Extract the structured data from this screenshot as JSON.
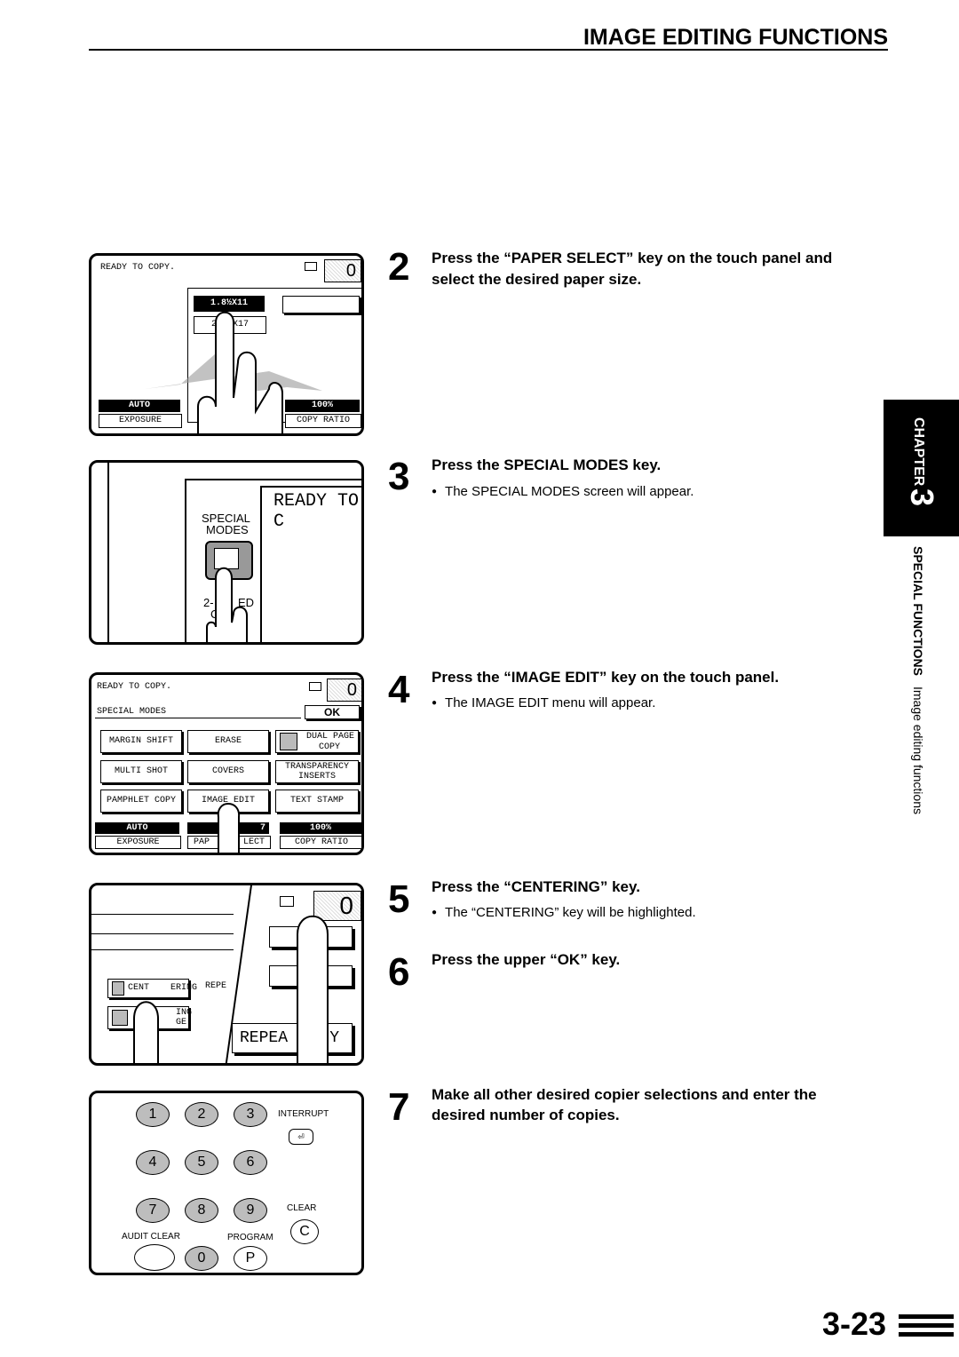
{
  "header": {
    "title": "IMAGE EDITING FUNCTIONS"
  },
  "side_tab": {
    "chapter_label": "CHAPTER",
    "chapter_number": "3",
    "section": "SPECIAL FUNCTIONS",
    "subsection": "Image editing functions"
  },
  "panel1": {
    "status": "READY TO COPY.",
    "count": "0",
    "paper_option_1": "1.8½X11",
    "paper_option_2": "2.11X17",
    "exposure_mode": "AUTO",
    "exposure_label": "EXPOSURE",
    "ratio_value": "100%",
    "ratio_label": "COPY RATIO"
  },
  "panel2": {
    "ready_text": "READY TO C",
    "special_label_1": "SPECIAL",
    "special_label_2": "MODES",
    "partial_label_1": "2-",
    "partial_label_2": "ED",
    "partial_label_3": "C",
    "partial_label_4": "Y"
  },
  "panel3": {
    "status": "READY TO COPY.",
    "count": "0",
    "screen_title": "SPECIAL MODES",
    "ok": "OK",
    "buttons": [
      "MARGIN SHIFT",
      "ERASE",
      "DUAL PAGE",
      "COPY",
      "MULTI SHOT",
      "COVERS",
      "TRANSPARENCY",
      "INSERTS",
      "PAMPHLET COPY",
      "IMAGE EDIT",
      "TEXT STAMP"
    ],
    "exposure_mode": "AUTO",
    "paper_digit": "7",
    "ratio_value": "100%",
    "exposure_label": "EXPOSURE",
    "paper_label_left": "PAP",
    "paper_label_right": "LECT",
    "ratio_label": "COPY RATIO"
  },
  "panel4": {
    "count": "0",
    "ok": "OK",
    "centering_left": "CENT",
    "centering_right": "ERING",
    "repeat_partial": "REPE",
    "ing_label": "ING",
    "ge_label": "GE",
    "repeat_big": "REPEA",
    "repeat_tail": "Y"
  },
  "keypad": {
    "keys": [
      "1",
      "2",
      "3",
      "4",
      "5",
      "6",
      "7",
      "8",
      "9",
      "0",
      "P",
      "C"
    ],
    "interrupt_label": "INTERRUPT",
    "clear_label": "CLEAR",
    "audit_clear_label": "AUDIT CLEAR",
    "program_label": "PROGRAM"
  },
  "steps": [
    {
      "number": "2",
      "title_line1": "Press the “PAPER SELECT” key on the touch panel and",
      "title_line2": "select the desired paper size."
    },
    {
      "number": "3",
      "title_line1": "Press the SPECIAL MODES key.",
      "bullet": "The SPECIAL MODES screen will appear."
    },
    {
      "number": "4",
      "title_line1": "Press the “IMAGE EDIT” key on the touch panel.",
      "bullet": "The IMAGE EDIT menu will appear."
    },
    {
      "number": "5",
      "title_line1": "Press the “CENTERING” key.",
      "bullet": "The “CENTERING” key will be highlighted."
    },
    {
      "number": "6",
      "title_line1": "Press the upper “OK” key."
    },
    {
      "number": "7",
      "title_line1": "Make all other desired copier selections and enter the",
      "title_line2": "desired number of copies."
    }
  ],
  "page_number": "3-23"
}
